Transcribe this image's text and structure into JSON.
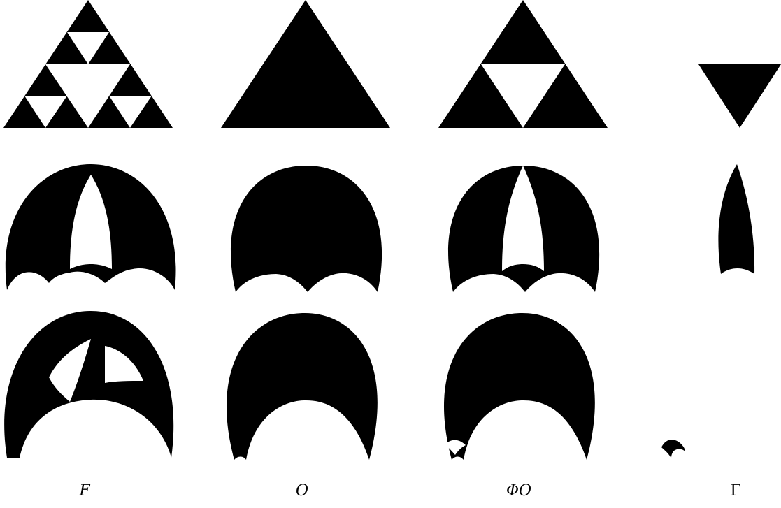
{
  "columns": [
    {
      "id": "F",
      "label": "F"
    },
    {
      "id": "O",
      "label": "O"
    },
    {
      "id": "PhiO",
      "label": "ΦO"
    },
    {
      "id": "Gamma",
      "label": "Γ"
    }
  ],
  "rows": [
    "triangle",
    "arch",
    "skewed-arch"
  ],
  "colors": {
    "fill": "#000000",
    "background": "#ffffff"
  }
}
